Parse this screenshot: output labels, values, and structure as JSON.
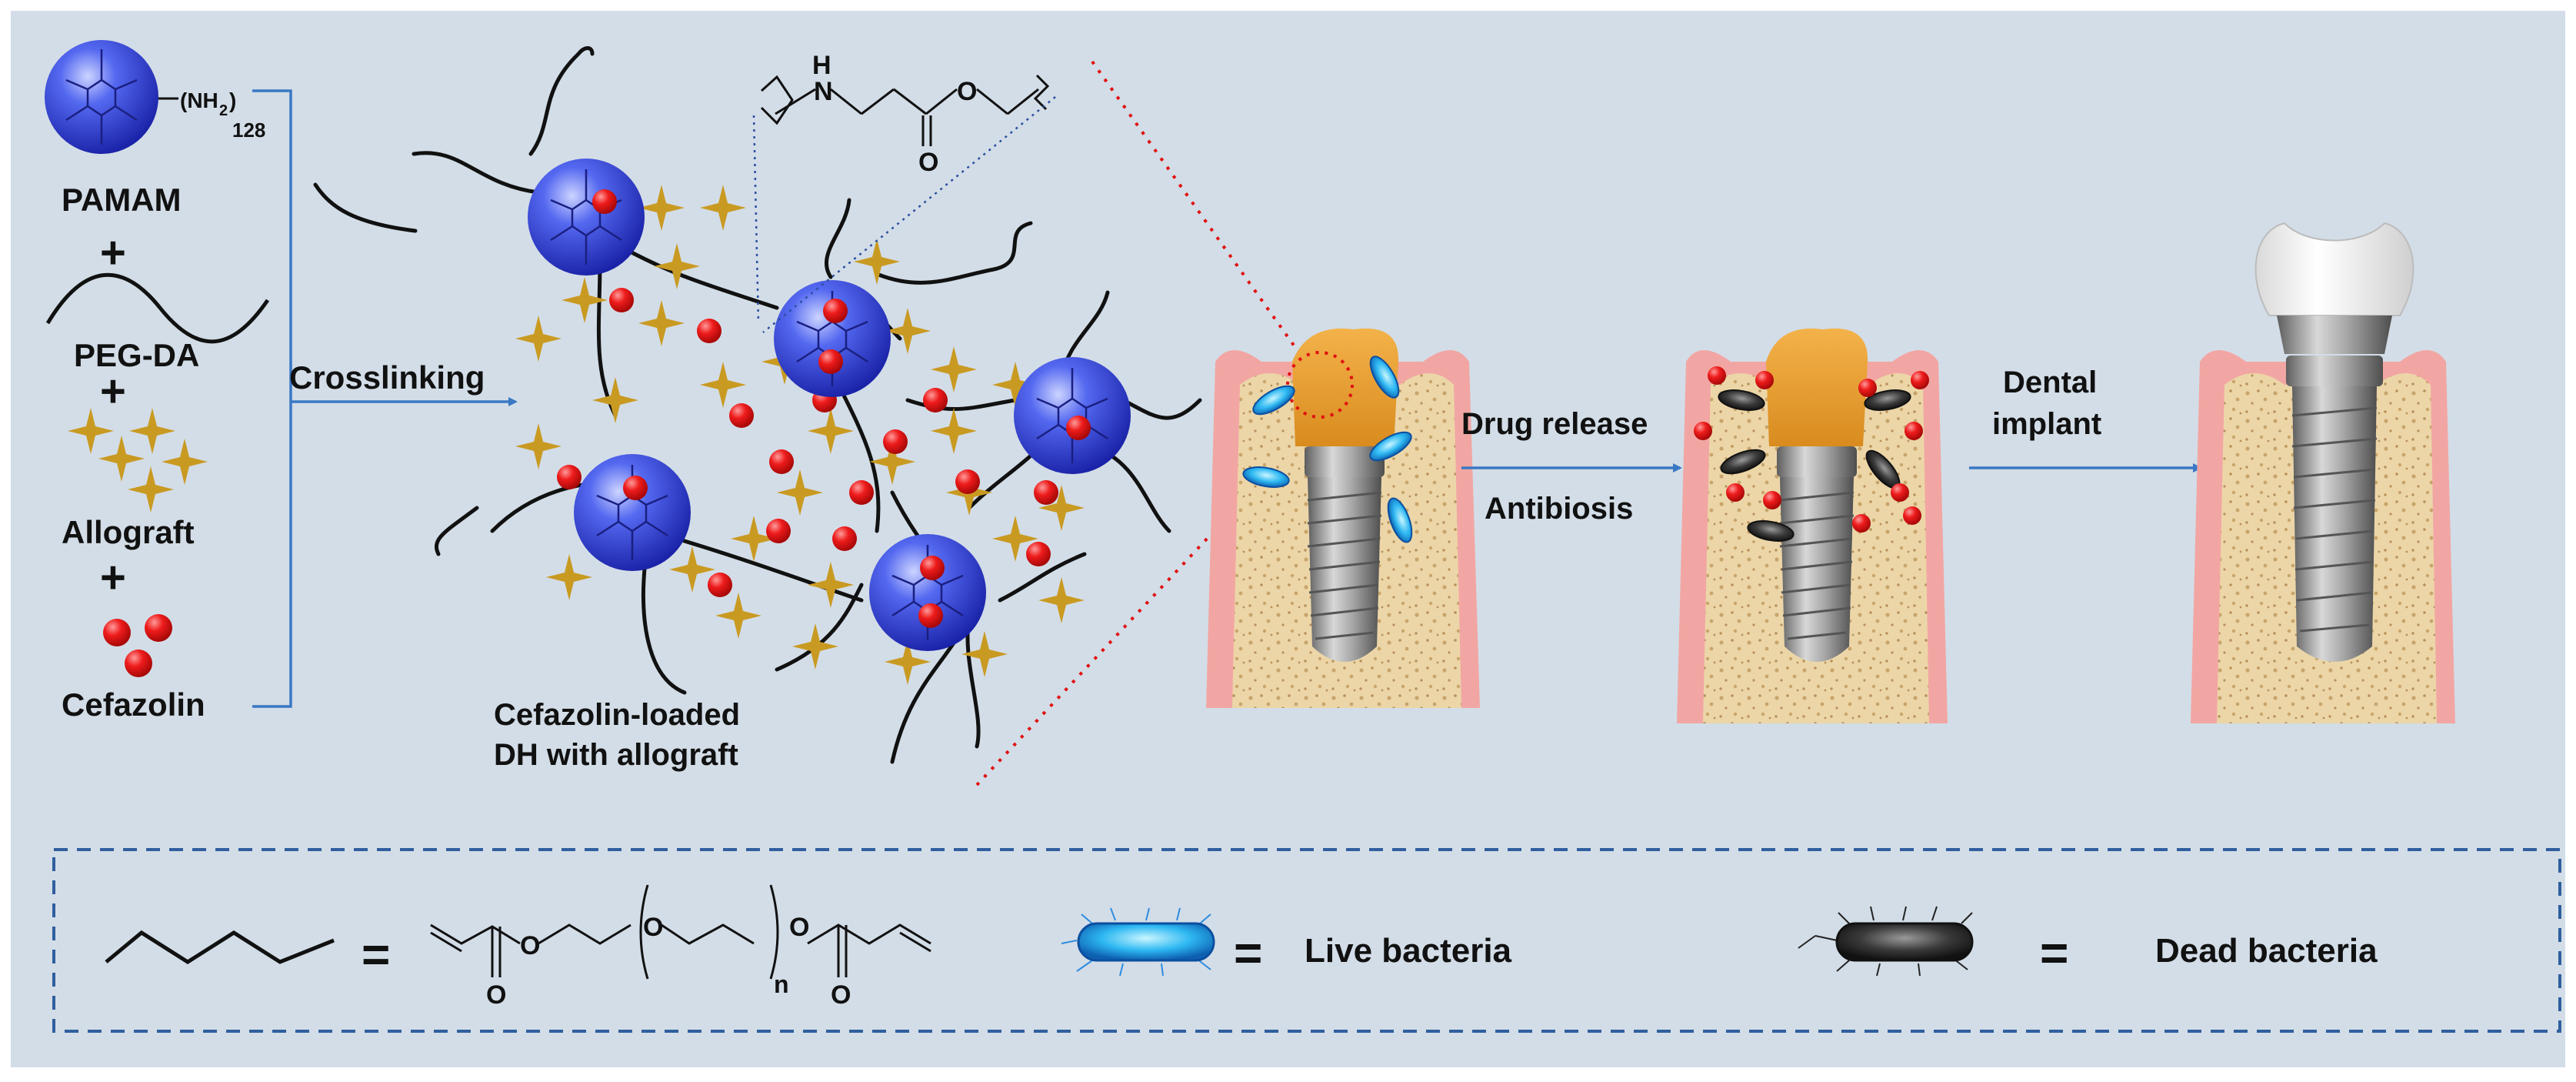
{
  "colors": {
    "background": "#d3dde7",
    "panel_border": "#ffffff",
    "arrow": "#3a78c4",
    "dendrimer_blue": "#2e43d8",
    "drug_red": "#e81c1c",
    "allograft_gold": "#c79a24",
    "gum_pink": "#f2a6a3",
    "bone_tan": "#e7cf9f",
    "implant_gray": "#9a9a9a",
    "legend_border": "#2f5f9e",
    "zoom_line": "#e01010"
  },
  "components": {
    "pamam_label": "PAMAM",
    "pamam_group": "(NH",
    "pamam_sub2": "2",
    "pamam_close": ")",
    "pamam_count": "128",
    "peg_label": "PEG-DA",
    "allograft_label": "Allograft",
    "cefazolin_label": "Cefazolin",
    "plus_sign": "+"
  },
  "crosslinking_label": "Crosslinking",
  "hydrogel_caption_line1": "Cefazolin-loaded",
  "hydrogel_caption_line2": "DH with allograft",
  "linkage": {
    "n_atom": "N",
    "h_atom": "H",
    "o_ester": "O",
    "o_carbonyl": "O"
  },
  "steps": {
    "drug_release": "Drug release",
    "antibiosis": "Antibiosis",
    "dental_line1": "Dental",
    "dental_line2": "implant"
  },
  "legend": {
    "equals": "=",
    "peg_o1": "O",
    "peg_o2": "O",
    "peg_o3": "O",
    "peg_o4": "O",
    "peg_o5": "O",
    "peg_n": "n",
    "live_bacteria": "Live bacteria",
    "dead_bacteria": "Dead bacteria"
  }
}
